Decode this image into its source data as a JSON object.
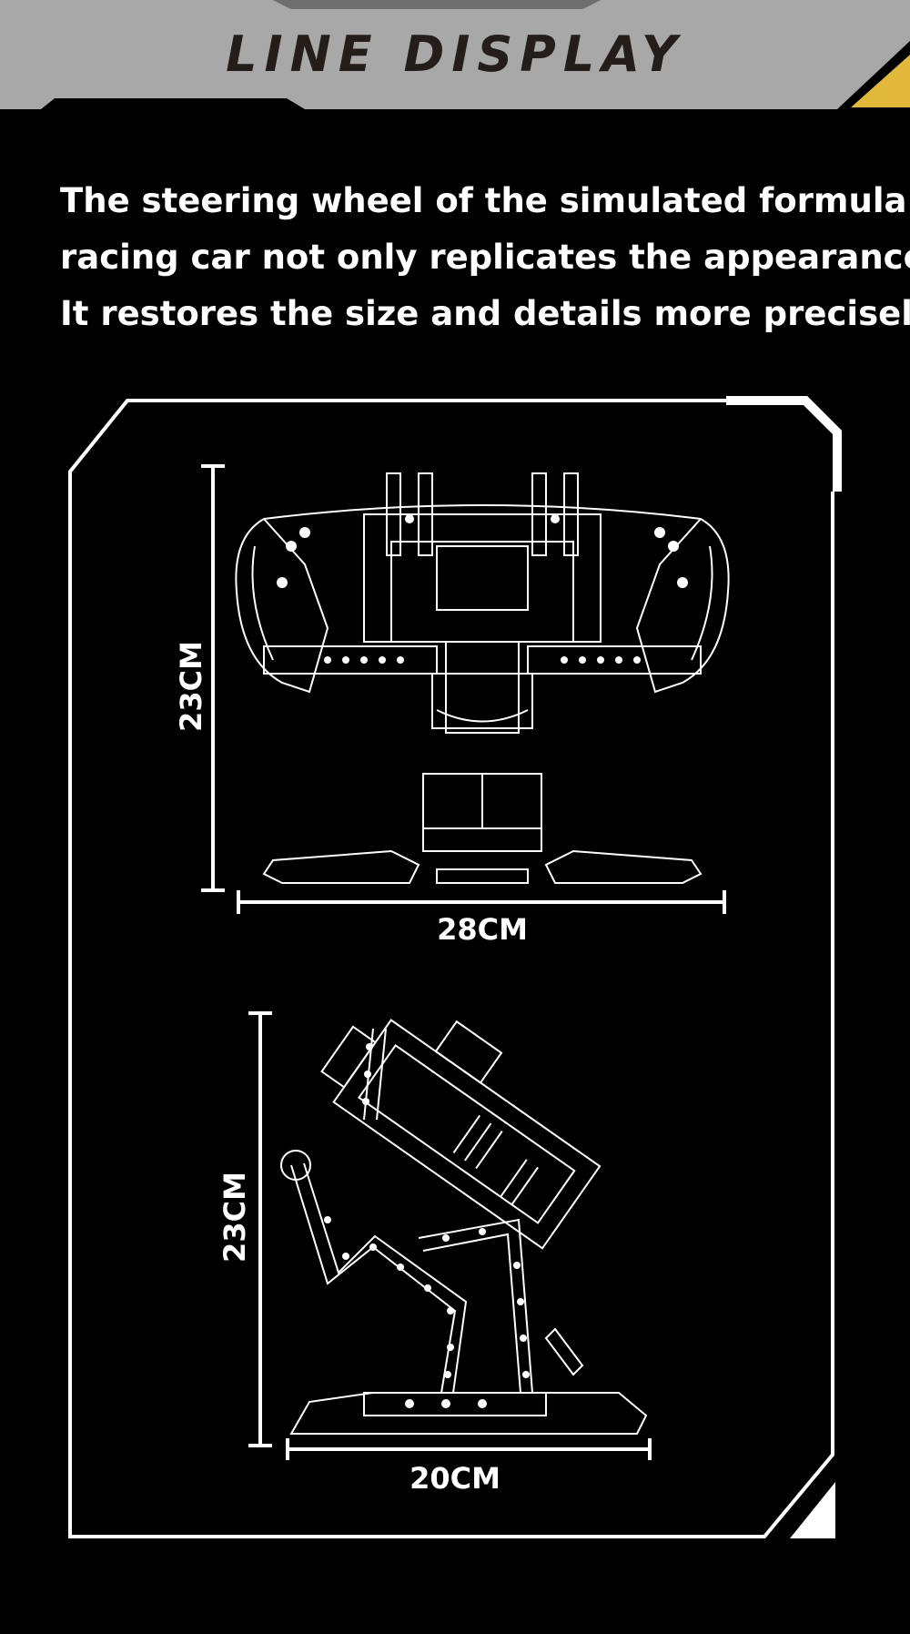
{
  "header": {
    "title": "LINE DISPLAY"
  },
  "description": {
    "lines": [
      "The steering wheel of the simulated formula",
      "racing car not only replicates the appearance,",
      "It restores the size and details more precisely"
    ]
  },
  "front_view": {
    "height_label": "23CM",
    "width_label": "28CM"
  },
  "side_view": {
    "height_label": "23CM",
    "width_label": "20CM"
  },
  "colors": {
    "banner": "#a8a8a8",
    "accent": "#e2b93b",
    "line": "#ffffff",
    "background": "#000000"
  }
}
